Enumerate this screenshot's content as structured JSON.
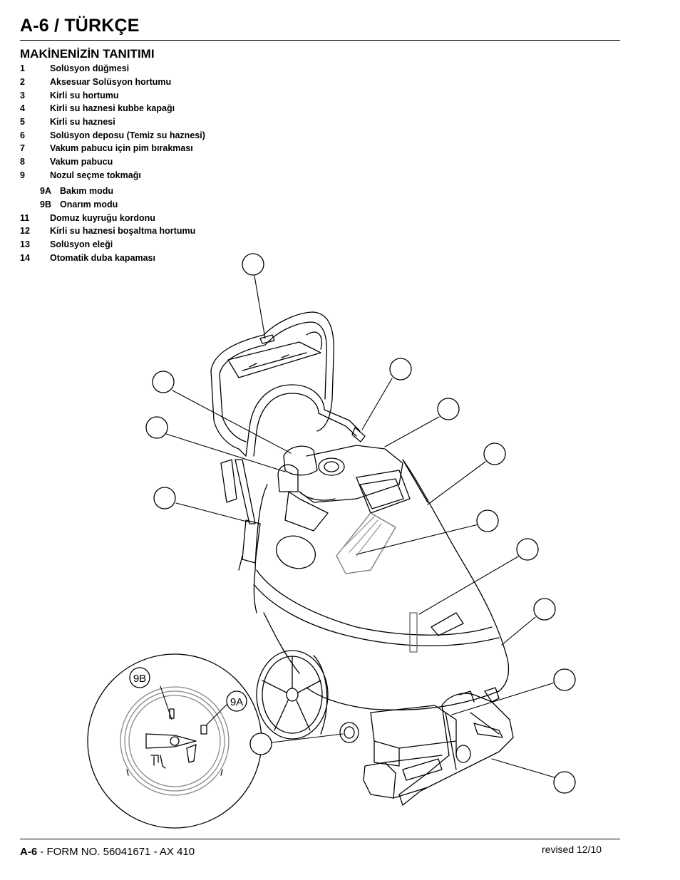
{
  "header": {
    "title": "A-6 / TÜRKÇE"
  },
  "section": {
    "title": "MAKİNENİZİN TANITIMI"
  },
  "parts": [
    {
      "num": "1",
      "label": "Solüsyon düğmesi"
    },
    {
      "num": "2",
      "label": "Aksesuar Solüsyon hortumu"
    },
    {
      "num": "3",
      "label": "Kirli su hortumu"
    },
    {
      "num": "4",
      "label": "Kirli su haznesi kubbe kapağı"
    },
    {
      "num": "5",
      "label": "Kirli su haznesi"
    },
    {
      "num": "6",
      "label": "Solüsyon deposu (Temiz su haznesi)"
    },
    {
      "num": "7",
      "label": "Vakum pabucu için pim bırakması"
    },
    {
      "num": "8",
      "label": "Vakum pabucu"
    },
    {
      "num": "9",
      "label": "Nozul seçme tokmağı"
    },
    {
      "num": "9A",
      "label": "Bakım modu"
    },
    {
      "num": "9B",
      "label": "Onarım modu"
    },
    {
      "num": "11",
      "label": "Domuz kuyruğu kordonu"
    },
    {
      "num": "12",
      "label": "Kirli su haznesi boşaltma hortumu"
    },
    {
      "num": "13",
      "label": "Solüsyon eleği"
    },
    {
      "num": "14",
      "label": "Otomatik duba kapaması"
    }
  ],
  "diagram": {
    "callout_9b": "9B",
    "callout_9a": "9A"
  },
  "footer": {
    "page": "A-6",
    "form": " - FORM NO. 56041671 - AX 410",
    "revised": "revised 12/10"
  }
}
